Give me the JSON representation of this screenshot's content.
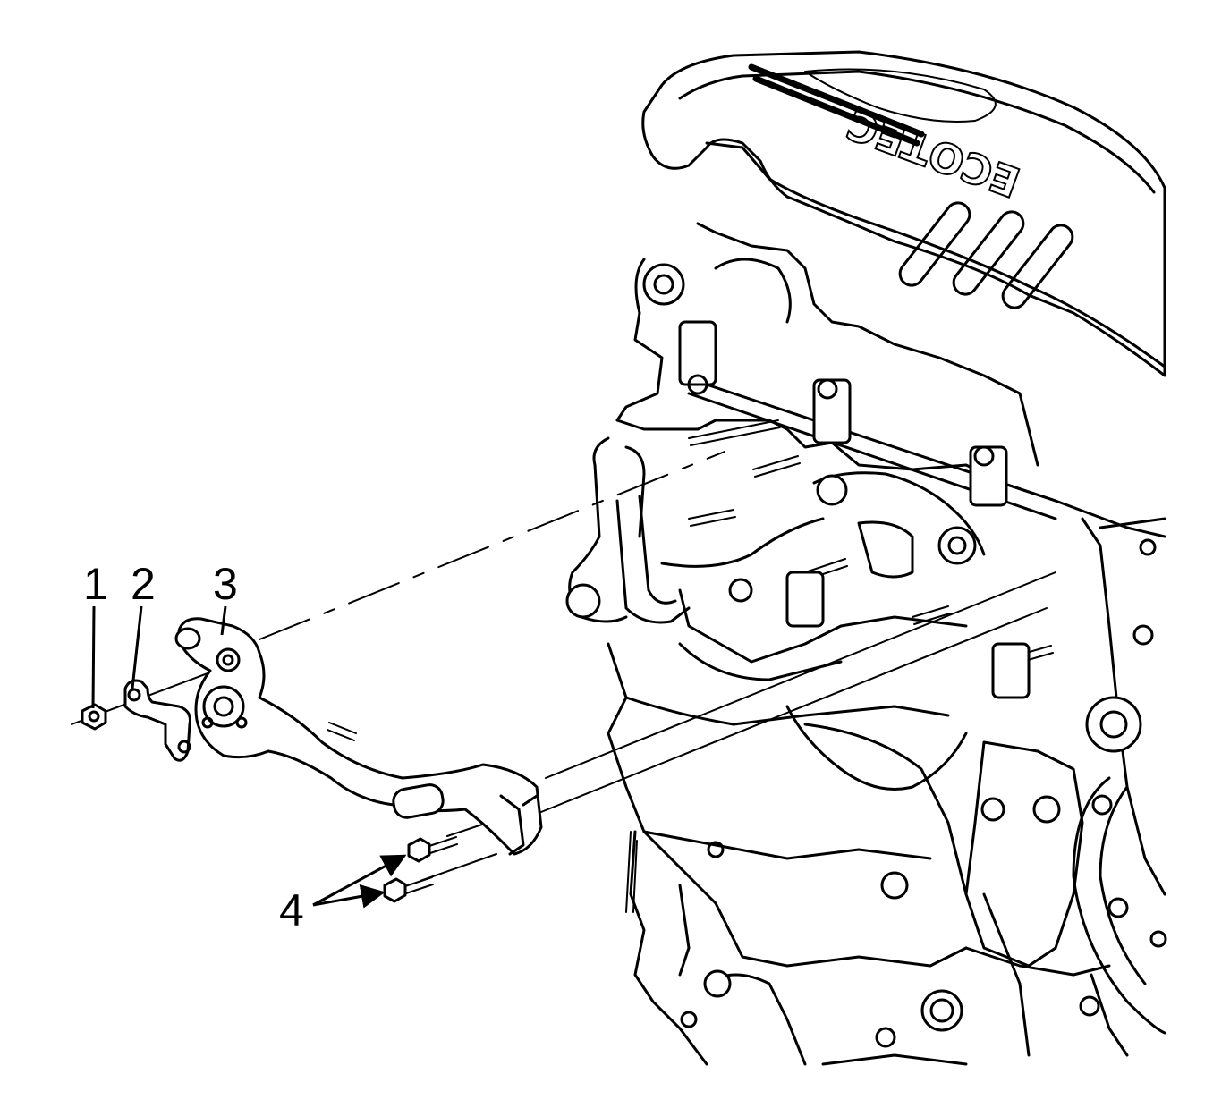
{
  "callouts": [
    {
      "label": "1"
    },
    {
      "label": "2"
    },
    {
      "label": "3"
    },
    {
      "label": "4"
    }
  ],
  "engine_cover_text": "ECOTEC"
}
